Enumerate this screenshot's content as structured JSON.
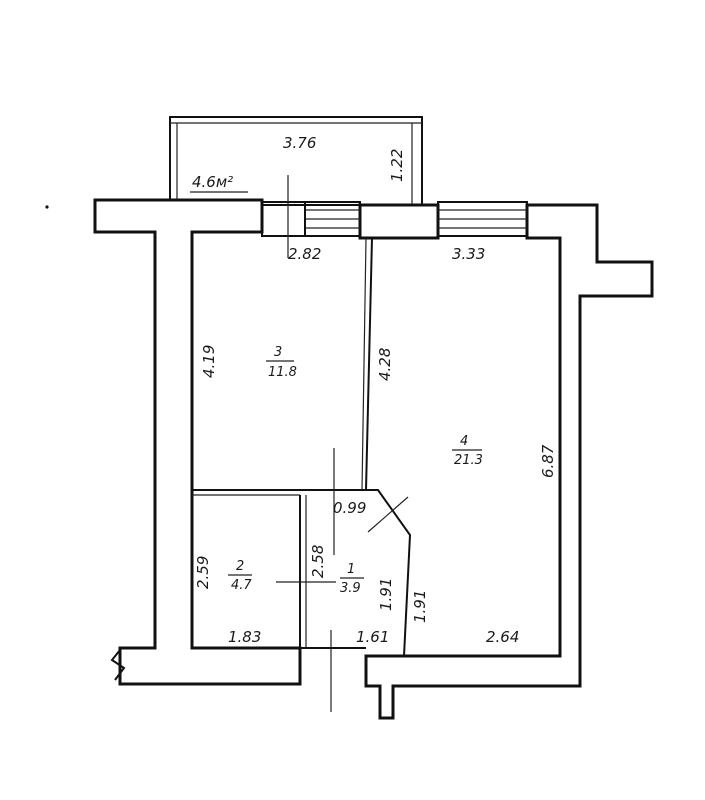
{
  "balcony": {
    "area": "4.6м²",
    "width": "3.76",
    "depth": "1.22"
  },
  "rooms": [
    {
      "number": "1",
      "area": "3.9"
    },
    {
      "number": "2",
      "area": "4.7"
    },
    {
      "number": "3",
      "area": "11.8"
    },
    {
      "number": "4",
      "area": "21.3"
    }
  ],
  "dimensions": {
    "room3_top": "2.82",
    "room3_left": "4.19",
    "room3_right": "4.28",
    "room4_top": "3.33",
    "room4_right": "6.87",
    "room4_bottom": "2.64",
    "diagonal": "0.99",
    "room2_left": "2.59",
    "room2_bottom": "1.83",
    "hall_left": "2.58",
    "hall_right": "1.91",
    "room4_left_lower": "1.91",
    "hall_bottom": "1.61"
  }
}
